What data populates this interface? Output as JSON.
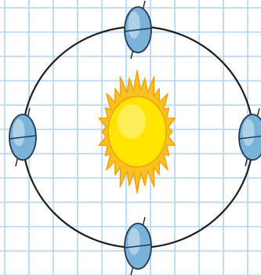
{
  "colors": {
    "background": "#ffffff",
    "grid": "#b3d4ef",
    "orbit": "#1c1c1c",
    "sun_outer": "#f7c21f",
    "sun_outer_stroke": "#f0a211",
    "sun_inner": "#ffe400",
    "sun_highlight": "#fff6a0",
    "earth_fill": "#7bb3d8",
    "earth_light": "#c3dff0",
    "earth_stroke": "#1d3a52",
    "axis": "#1c1c1c"
  },
  "icons": {
    "sun": "sun-icon",
    "earth": "earth-globe-icon"
  },
  "earth_positions": [
    "top",
    "right",
    "bottom",
    "left"
  ]
}
